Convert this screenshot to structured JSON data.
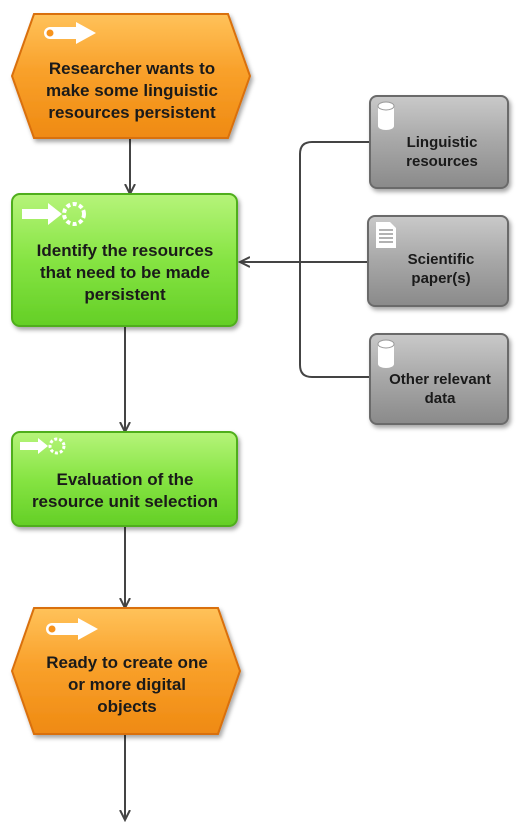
{
  "nodes": {
    "start_event": {
      "label": "Researcher wants to\nmake some linguistic\nresources persistent",
      "kind": "event"
    },
    "identify_function": {
      "label": "Identify the resources\nthat need to be made\npersistent",
      "kind": "function"
    },
    "evaluation_function": {
      "label": "Evaluation of the\nresource unit selection",
      "kind": "function"
    },
    "ready_event": {
      "label": "Ready to create one\nor more digital\nobjects",
      "kind": "event"
    },
    "linguistic_resources": {
      "label": "Linguistic\nresources",
      "kind": "data",
      "icon": "database-icon"
    },
    "scientific_papers": {
      "label": "Scientific\npaper(s)",
      "kind": "data",
      "icon": "document-icon"
    },
    "other_data": {
      "label": "Other relevant\ndata",
      "kind": "data",
      "icon": "database-icon"
    }
  },
  "colors": {
    "event_fill": "#f7931e",
    "event_stroke": "#d96f0a",
    "function_fill": "#7be03a",
    "function_stroke": "#4fae1c",
    "data_fill": "#9a9a9a",
    "data_stroke": "#6b6b6b",
    "connector": "#444444"
  }
}
